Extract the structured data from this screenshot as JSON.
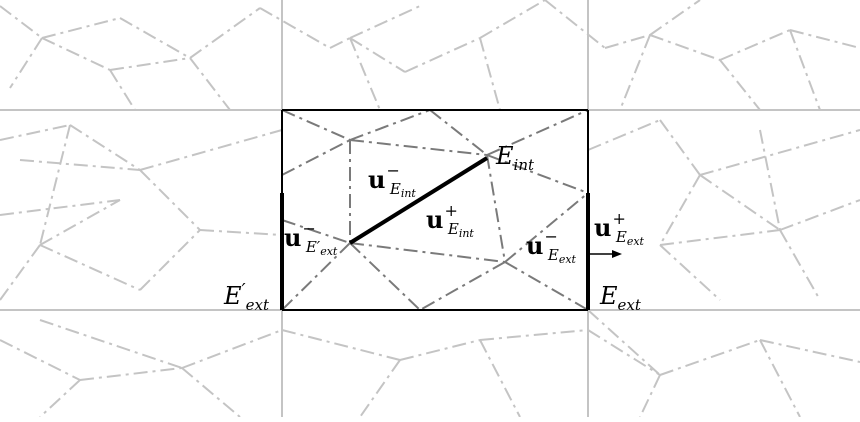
{
  "labels": {
    "e_int": {
      "main": "E",
      "sub": "int"
    },
    "e_ext": {
      "main": "E",
      "sub": "ext"
    },
    "e_ext_prime": {
      "main": "E",
      "prime": "′",
      "sub": "ext"
    },
    "u_minus_e_int": {
      "main": "u",
      "sup": "−",
      "sub": "E",
      "subsub": "int"
    },
    "u_plus_e_int": {
      "main": "u",
      "sup": "+",
      "sub": "E",
      "subsub": "int"
    },
    "u_minus_e_ext_prime": {
      "main": "u",
      "sup": "−",
      "sub": "E′",
      "subsub": "ext"
    },
    "u_minus_e_ext": {
      "main": "u",
      "sup": "−",
      "sub": "E",
      "subsub": "ext"
    },
    "u_plus_e_ext": {
      "main": "u",
      "sup": "+",
      "sub": "E",
      "subsub": "ext"
    }
  },
  "colors": {
    "grid": "#c4c4c4",
    "outer_mesh": "#c4c4c4",
    "inner_mesh": "#7a7a7a",
    "cell": "#000000"
  }
}
